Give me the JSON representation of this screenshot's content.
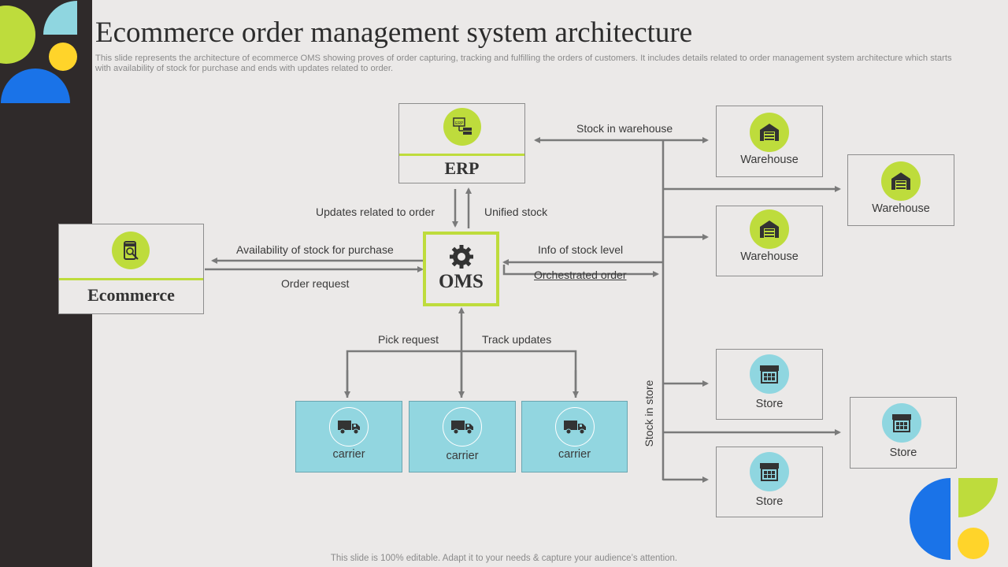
{
  "title": "Ecommerce order management system architecture",
  "subtitle": "This slide represents the architecture of ecommerce OMS showing proves of order capturing, tracking and fulfilling the orders of customers. It includes details related to order management system architecture which starts with availability of stock for purchase and ends with updates related to order.",
  "footer": "This slide is 100% editable. Adapt it to your needs & capture your audience’s attention.",
  "colors": {
    "accent_green": "#bedc3c",
    "accent_cyan": "#8fd6e0",
    "accent_blue": "#1a73e8",
    "accent_yellow": "#ffd42a",
    "dark_band": "#2f2a2a"
  },
  "nodes": {
    "erp": {
      "label": "ERP",
      "icon": "erp-server-icon"
    },
    "oms": {
      "label": "OMS",
      "icon": "gear-icon"
    },
    "ecommerce": {
      "label": "Ecommerce",
      "icon": "online-shop-icon"
    },
    "warehouses": [
      {
        "label": "Warehouse",
        "icon": "warehouse-icon"
      },
      {
        "label": "Warehouse",
        "icon": "warehouse-icon"
      },
      {
        "label": "Warehouse",
        "icon": "warehouse-icon"
      }
    ],
    "stores": [
      {
        "label": "Store",
        "icon": "store-icon"
      },
      {
        "label": "Store",
        "icon": "store-icon"
      },
      {
        "label": "Store",
        "icon": "store-icon"
      }
    ],
    "carriers": [
      {
        "label": "carrier",
        "icon": "truck-icon"
      },
      {
        "label": "carrier",
        "icon": "truck-icon"
      },
      {
        "label": "carrier",
        "icon": "truck-icon"
      }
    ]
  },
  "edges": {
    "stock_in_warehouse": "Stock in warehouse",
    "updates_related_to_order": "Updates related to order",
    "unified_stock": "Unified stock",
    "availability_of_stock": "Availability  of stock for purchase",
    "order_request": "Order request",
    "info_of_stock_level": "Info of stock level",
    "orchestrated_order": "Orchestrated order",
    "pick_request": "Pick request",
    "track_updates": "Track updates",
    "stock_in_store": "Stock in store"
  }
}
